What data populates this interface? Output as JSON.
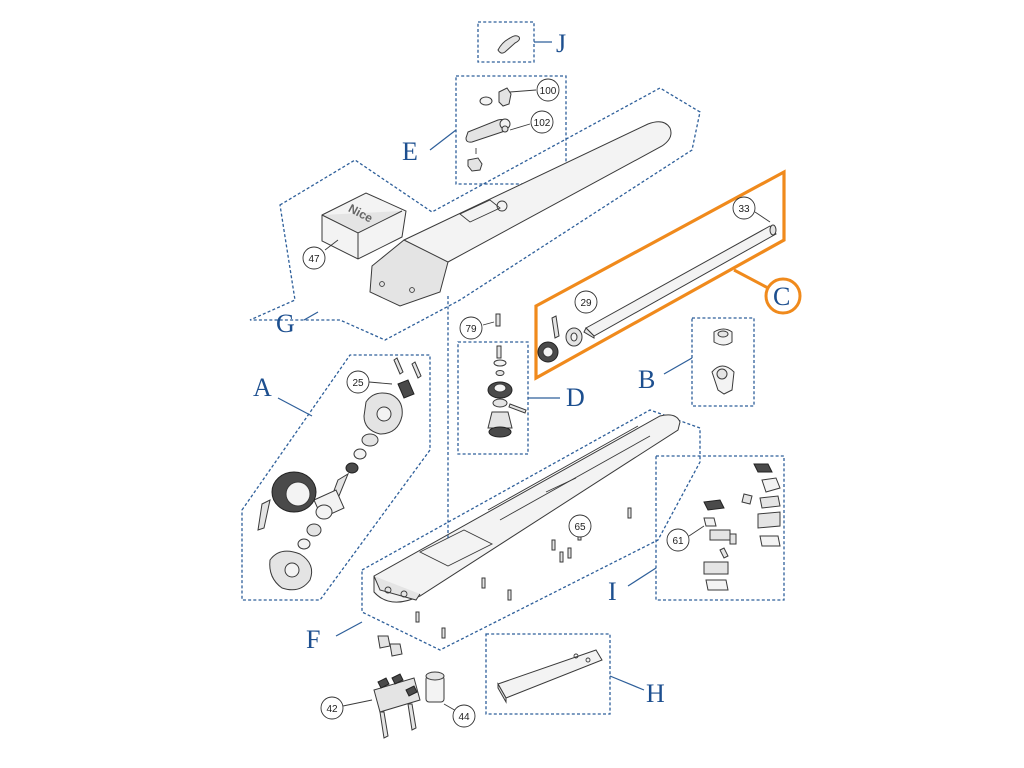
{
  "colors": {
    "group_outline": "#2e5f9a",
    "group_letter": "#1d4f8f",
    "highlight": "#f08a1c"
  },
  "brand_logo_text": "Nice",
  "groups": {
    "A": "A",
    "B": "B",
    "C": "C",
    "D": "D",
    "E": "E",
    "F": "F",
    "G": "G",
    "H": "H",
    "I": "I",
    "J": "J"
  },
  "callouts": {
    "p25": "25",
    "p29": "29",
    "p33": "33",
    "p42": "42",
    "p44": "44",
    "p47": "47",
    "p61": "61",
    "p65": "65",
    "p79": "79",
    "p100": "100",
    "p102": "102"
  },
  "highlighted_group": "C"
}
